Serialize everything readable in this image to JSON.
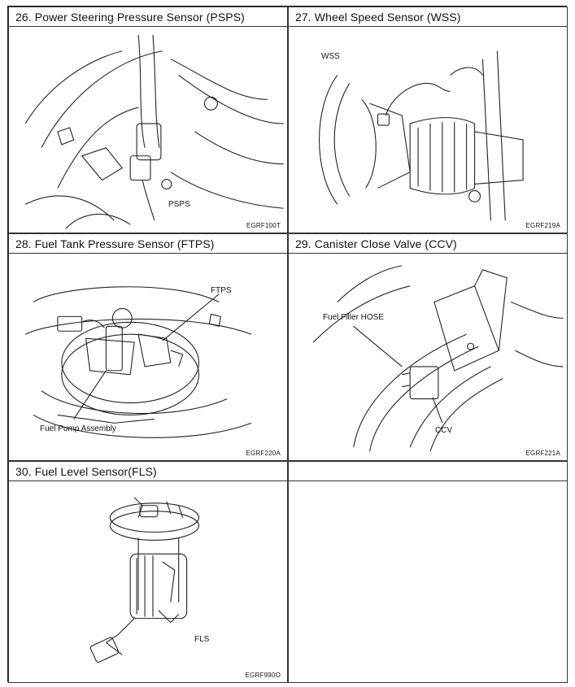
{
  "panels": [
    {
      "title": "26. Power Steering Pressure Sensor (PSPS)",
      "code": "EGRF100T",
      "labels": [
        "PSPS"
      ]
    },
    {
      "title": "27. Wheel Speed Sensor (WSS)",
      "code": "EGRF219A",
      "labels": [
        "WSS"
      ]
    },
    {
      "title": "28. Fuel Tank Pressure Sensor (FTPS)",
      "code": "EGRF220A",
      "labels": [
        "FTPS",
        "Fuel Pump Assembly"
      ]
    },
    {
      "title": "29. Canister Close Valve (CCV)",
      "code": "EGRF221A",
      "labels": [
        "Fuel Filler HOSE",
        "CCV"
      ]
    },
    {
      "title": "30. Fuel Level Sensor(FLS)",
      "code": "EGRF990O",
      "labels": [
        "FLS"
      ]
    },
    {
      "title": "",
      "code": "",
      "labels": []
    }
  ]
}
